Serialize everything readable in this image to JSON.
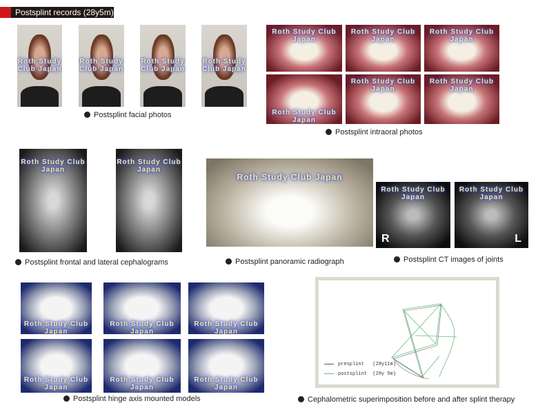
{
  "header": {
    "title": "Postsplint records (28y5m)",
    "accent": "#d0161b"
  },
  "watermark": "Roth Study Club Japan",
  "sections": {
    "facial": {
      "caption": "Postsplint facial photos"
    },
    "intraoral": {
      "caption": "Postsplint intraoral photos"
    },
    "cephalograms": {
      "caption": "Postsplint frontal and lateral cephalograms"
    },
    "panoramic": {
      "caption": "Postsplint panoramic radiograph"
    },
    "ct": {
      "caption": "Postsplint CT images of joints",
      "labels": [
        "R",
        "L"
      ]
    },
    "models": {
      "caption": "Postsplint hinge axis mounted models"
    },
    "superimposition": {
      "caption": "Cephalometric superimposition before and after splint therapy",
      "legend": [
        {
          "label": "presplint",
          "age": "(28y11m)",
          "color": "#555555"
        },
        {
          "label": "postsplint",
          "age": "(28y 5m)",
          "color": "#5fbf80"
        }
      ]
    }
  }
}
